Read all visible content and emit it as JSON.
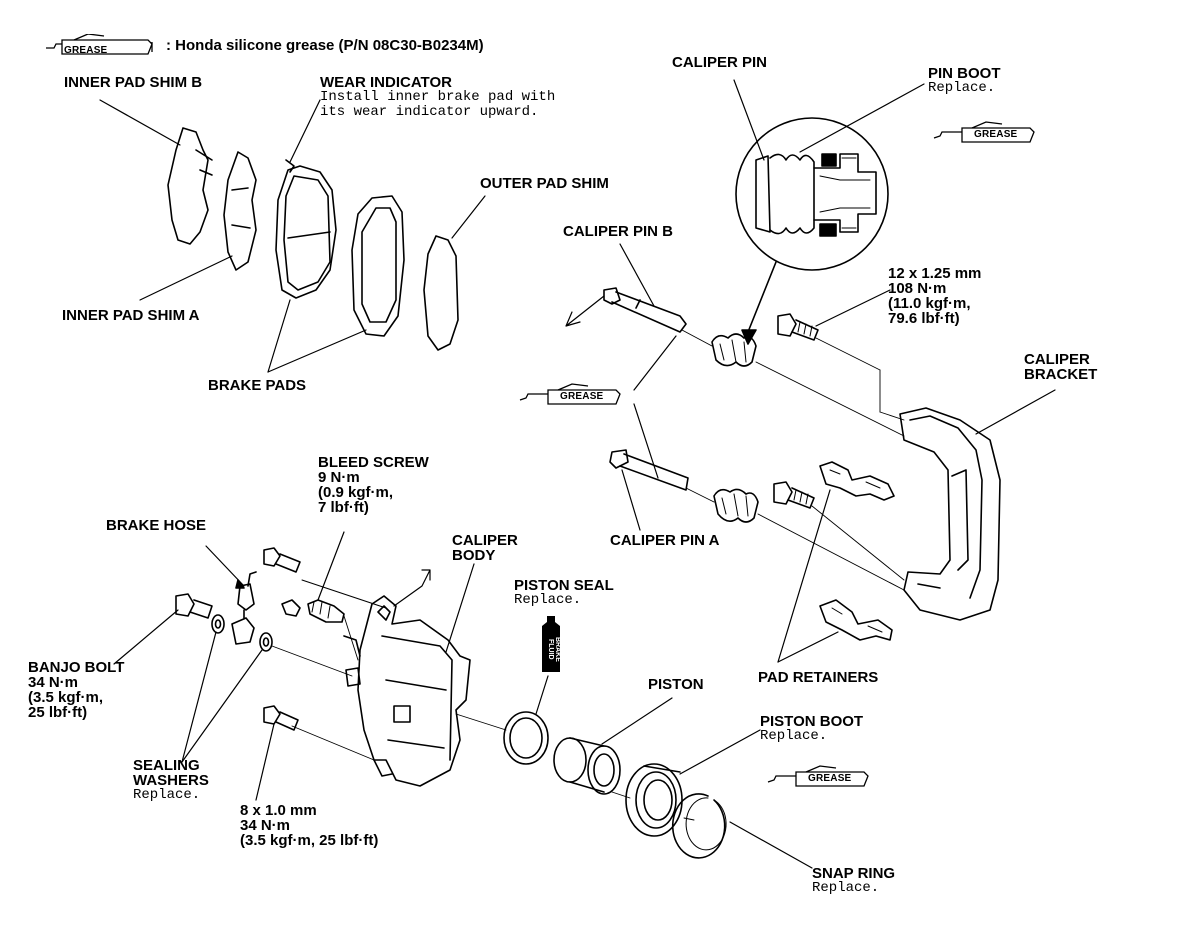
{
  "colors": {
    "ink": "#000000",
    "paper": "#ffffff"
  },
  "legend": {
    "tube_label": "GREASE",
    "text": ": Honda silicone grease (P/N 08C30-B0234M)"
  },
  "grease_tube_label": "GREASE",
  "brake_fluid_label": "BRAKE FLUID",
  "labels": {
    "inner_pad_shim_b": {
      "head": "INNER PAD SHIM B"
    },
    "wear_indicator": {
      "head": "WEAR INDICATOR",
      "note1": "Install inner brake pad with",
      "note2": "its wear indicator upward."
    },
    "caliper_pin": {
      "head": "CALIPER PIN"
    },
    "pin_boot": {
      "head": "PIN BOOT",
      "note": "Replace."
    },
    "outer_pad_shim": {
      "head": "OUTER PAD SHIM"
    },
    "caliper_pin_b": {
      "head": "CALIPER PIN B"
    },
    "bracket_bolt": {
      "l1": "12 x 1.25 mm",
      "l2": "108 N·m",
      "l3": "(11.0 kgf·m,",
      "l4": "79.6 lbf·ft)"
    },
    "inner_pad_shim_a": {
      "head": "INNER PAD SHIM A"
    },
    "caliper_bracket": {
      "l1": "CALIPER",
      "l2": "BRACKET"
    },
    "brake_pads": {
      "head": "BRAKE PADS"
    },
    "bleed_screw": {
      "l1": "BLEED SCREW",
      "l2": "9 N·m",
      "l3": "(0.9 kgf·m,",
      "l4": "7 lbf·ft)"
    },
    "brake_hose": {
      "head": "BRAKE HOSE"
    },
    "caliper_body": {
      "l1": "CALIPER",
      "l2": "BODY"
    },
    "caliper_pin_a": {
      "head": "CALIPER PIN A"
    },
    "piston_seal": {
      "head": "PISTON SEAL",
      "note": "Replace."
    },
    "banjo_bolt": {
      "l1": "BANJO BOLT",
      "l2": "34 N·m",
      "l3": "(3.5 kgf·m,",
      "l4": "25 lbf·ft)"
    },
    "piston": {
      "head": "PISTON"
    },
    "pad_retainers": {
      "head": "PAD RETAINERS"
    },
    "piston_boot": {
      "head": "PISTON BOOT",
      "note": "Replace."
    },
    "sealing_washers": {
      "l1": "SEALING",
      "l2": "WASHERS",
      "note": "Replace."
    },
    "caliper_bolt": {
      "l1": "8 x 1.0 mm",
      "l2": "34 N·m",
      "l3": "(3.5 kgf·m, 25 lbf·ft)"
    },
    "snap_ring": {
      "head": "SNAP RING",
      "note": "Replace."
    }
  }
}
